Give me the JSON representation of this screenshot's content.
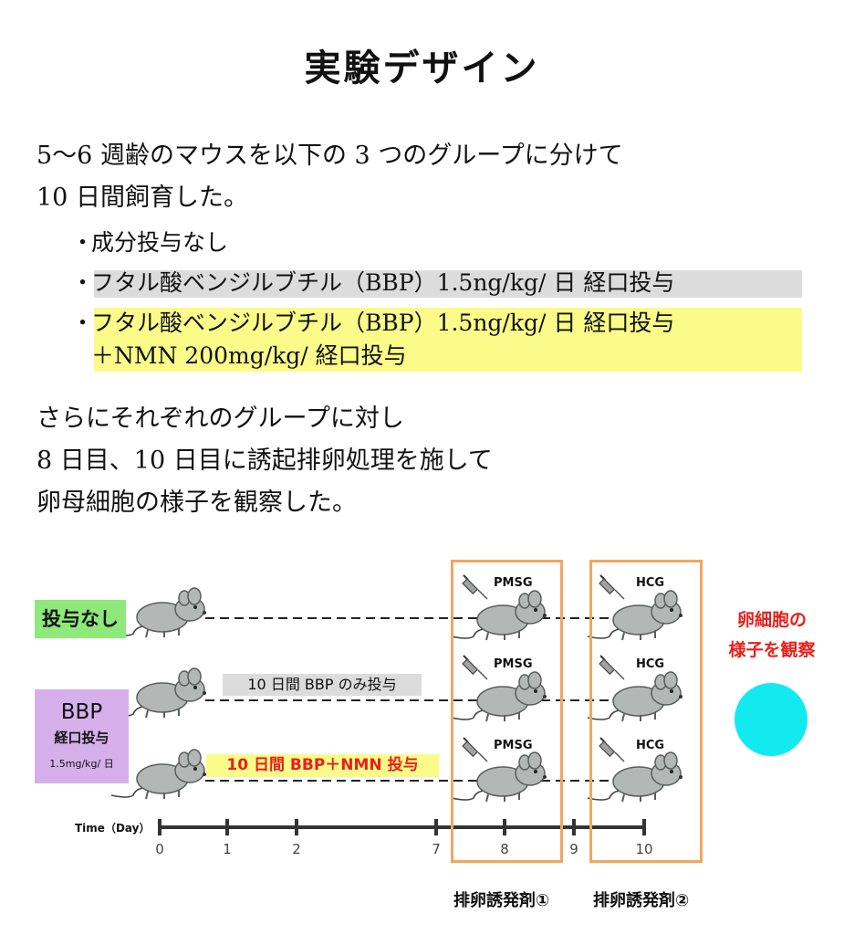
{
  "title": "実験デザイン",
  "intro": [
    "5〜6 週齢のマウスを以下の 3 つのグループに分けて",
    "10 日間飼育した。"
  ],
  "groups_list": [
    {
      "bullet": "・",
      "text": "成分投与なし"
    },
    {
      "bullet": "・",
      "text": "フタル酸ベンジルブチル（BBP）1.5ng/kg/ 日 経口投与"
    },
    {
      "bullet": "・",
      "text": "フタル酸ベンジルブチル（BBP）1.5ng/kg/ 日 経口投与",
      "text2": "＋NMN 200mg/kg/ 経口投与"
    }
  ],
  "outro": [
    "さらにそれぞれのグループに対し",
    "8 日目、10 日目に誘起排卵処理を施して",
    "卵母細胞の様子を観察した。"
  ],
  "diagram": {
    "group_labels": {
      "control": "投与なし",
      "bbp_title": "BBP",
      "bbp_sub": "経口投与",
      "bbp_dose": "1.5mg/kg/ 日"
    },
    "row_labels": {
      "bbp_only": "10 日間 BBP のみ投与",
      "bbp_nmn": "10 日間 BBP＋NMN 投与"
    },
    "drugs": {
      "first": "PMSG",
      "second": "HCG"
    },
    "time_label": "Time（Day）",
    "days": [
      "0",
      "1",
      "2",
      "7",
      "8",
      "9",
      "10"
    ],
    "inducers": [
      "排卵誘発剤①",
      "排卵誘発剤②"
    ],
    "observe": [
      "卵細胞の",
      "様子を観察"
    ]
  },
  "colors": {
    "control_tag": "#8ee87a",
    "bbp_tag": "#d6b0ea",
    "highlight_gray": "#dcdcdc",
    "highlight_yellow": "#fbfb8a",
    "box": "#f2a65e",
    "observe_text": "#e8201b",
    "egg": "#12eaf0",
    "mouse": "#b3b7b6"
  }
}
